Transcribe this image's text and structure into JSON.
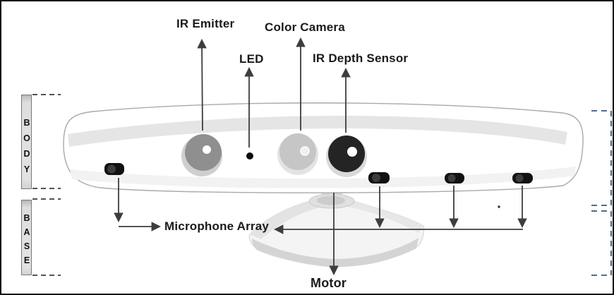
{
  "diagram": {
    "component_labels": {
      "ir_emitter": "IR Emitter",
      "color_camera": "Color Camera",
      "led": "LED",
      "ir_depth_sensor": "IR Depth Sensor",
      "microphone_array": "Microphone Array",
      "motor": "Motor"
    },
    "section_labels": {
      "body": "BODY",
      "base": "BASE"
    },
    "colors": {
      "text": "#1a1a1a",
      "arrow": "#3d3d3d",
      "left_bracket_dash": "#1a1a1a",
      "right_bracket_dash": "#1b3a66",
      "device_outline": "#a9a9a9",
      "device_top_band": "#e5e5e5",
      "ir_emitter_lens": "#8f8f8f",
      "color_camera_lens": "#c6c6c6",
      "ir_depth_lens": "#242424",
      "led_dot": "#0d0d0d",
      "microphone_body": "#111111",
      "base_front_band": "#d4d4d4",
      "section_bar_fill": "#e0e0e0",
      "frame_border": "#111111"
    }
  }
}
